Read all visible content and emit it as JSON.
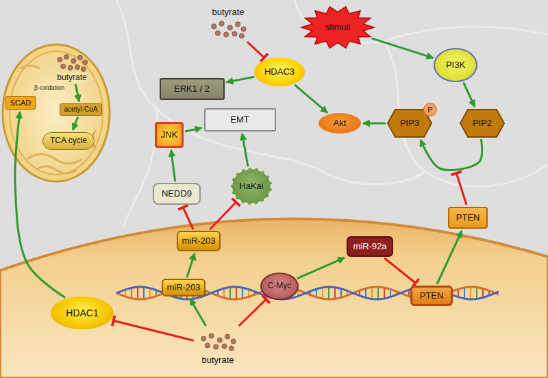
{
  "diagram": {
    "nodes": [
      {
        "text": [
          "butyrate"
        ]
      },
      {
        "text": [
          "stimuli"
        ]
      },
      {
        "text": [
          "HDAC3"
        ]
      },
      {
        "text": [
          "PI3K"
        ]
      },
      {
        "text": [
          "ERK1 / 2"
        ]
      },
      {
        "text": [
          "Akt"
        ]
      },
      {
        "text": [
          "PIP3"
        ]
      },
      {
        "text": [
          "P"
        ]
      },
      {
        "text": [
          "PIP2"
        ]
      },
      {
        "text": [
          "EMT"
        ]
      },
      {
        "text": [
          "JNK"
        ]
      },
      {
        "text": [
          "butyrate"
        ]
      },
      {
        "text": [
          "SCAD"
        ]
      },
      {
        "text": [
          "acetyl-CoA"
        ]
      },
      {
        "text": [
          "TCA cycle"
        ]
      },
      {
        "text": [
          "NEDD9"
        ]
      },
      {
        "text": [
          "HaKai"
        ]
      },
      {
        "text": [
          "PTEN"
        ]
      },
      {
        "text": [
          "miR-203"
        ]
      },
      {
        "text": [
          "miR-92a"
        ]
      },
      {
        "text": [
          "miR-203"
        ]
      },
      {
        "text": [
          "C-Myc"
        ]
      },
      {
        "text": [
          "PTEN"
        ]
      },
      {
        "text": [
          "HDAC1"
        ]
      },
      {
        "text": [
          "butyrate"
        ]
      }
    ],
    "edges": [
      {
        "from": 0,
        "to": 2,
        "arrow": "to"
      },
      {
        "from": 1,
        "to": 3,
        "arrow": "to"
      },
      {
        "from": 2,
        "to": 4,
        "arrow": "to"
      },
      {
        "from": 2,
        "to": 5,
        "arrow": "to"
      },
      {
        "from": 3,
        "to": 8,
        "arrow": "to"
      },
      {
        "from": 6,
        "to": 5,
        "arrow": "to"
      },
      {
        "from": 8,
        "to": 6,
        "arrow": "to"
      },
      {
        "from": 22,
        "to": 17,
        "arrow": "to"
      },
      {
        "from": 19,
        "to": 22,
        "arrow": "to"
      },
      {
        "from": 21,
        "to": 19,
        "arrow": "to"
      },
      {
        "from": 24,
        "to": 20,
        "arrow": "to"
      },
      {
        "from": 24,
        "to": 21,
        "arrow": "to"
      },
      {
        "from": 24,
        "to": 23,
        "arrow": "to"
      },
      {
        "from": 20,
        "to": 18,
        "arrow": "to"
      },
      {
        "from": 18,
        "to": 15,
        "arrow": "to"
      },
      {
        "from": 18,
        "to": 16,
        "arrow": "to"
      },
      {
        "from": 15,
        "to": 10,
        "arrow": "to"
      },
      {
        "from": 10,
        "to": 9,
        "arrow": "to"
      },
      {
        "from": 16,
        "to": 9,
        "arrow": "to"
      },
      {
        "from": 23,
        "to": 12,
        "arrow": "to"
      },
      {
        "from": 11,
        "to": 13,
        "arrow": "to"
      },
      {
        "from": 13,
        "to": 14,
        "arrow": "to"
      }
    ],
    "labels": [
      "β-oxidation"
    ]
  }
}
